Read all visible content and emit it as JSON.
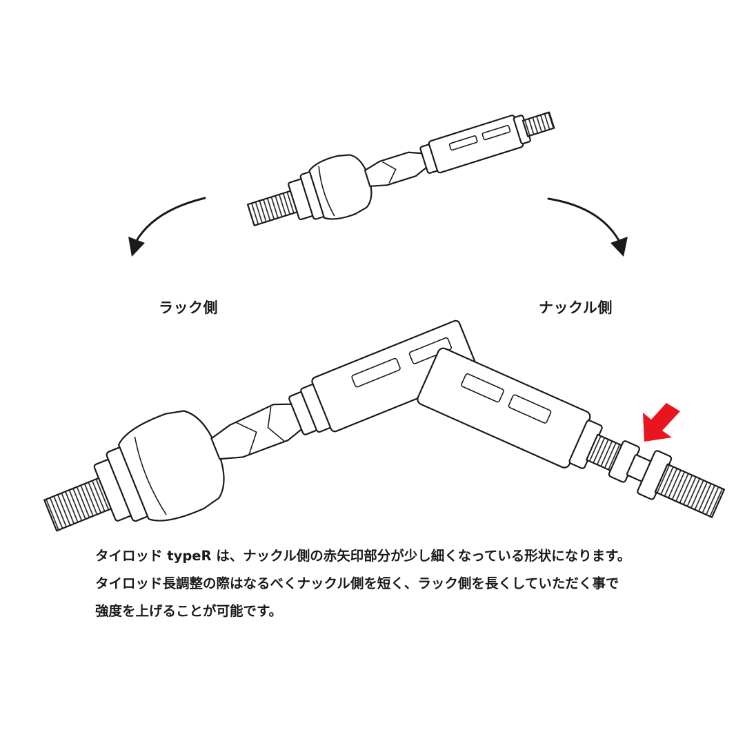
{
  "labels": {
    "rack_side": "ラック側",
    "knuckle_side": "ナックル側"
  },
  "description": {
    "line1": "タイロッド typeR は、ナックル側の赤矢印部分が少し細くなっている形状になります。",
    "line2": "タイロッド長調整の際はなるべくナックル側を短く、ラック側を長くしていただく事で",
    "line3": "強度を上げることが可能です。"
  },
  "icons": {
    "left_arrow": "curved-arrow-down-left",
    "right_arrow": "curved-arrow-down-right",
    "highlight_arrow": "red-arrow"
  },
  "colors": {
    "ink": "#1a1a1a",
    "highlight": "#e8141e",
    "background": "#ffffff"
  }
}
